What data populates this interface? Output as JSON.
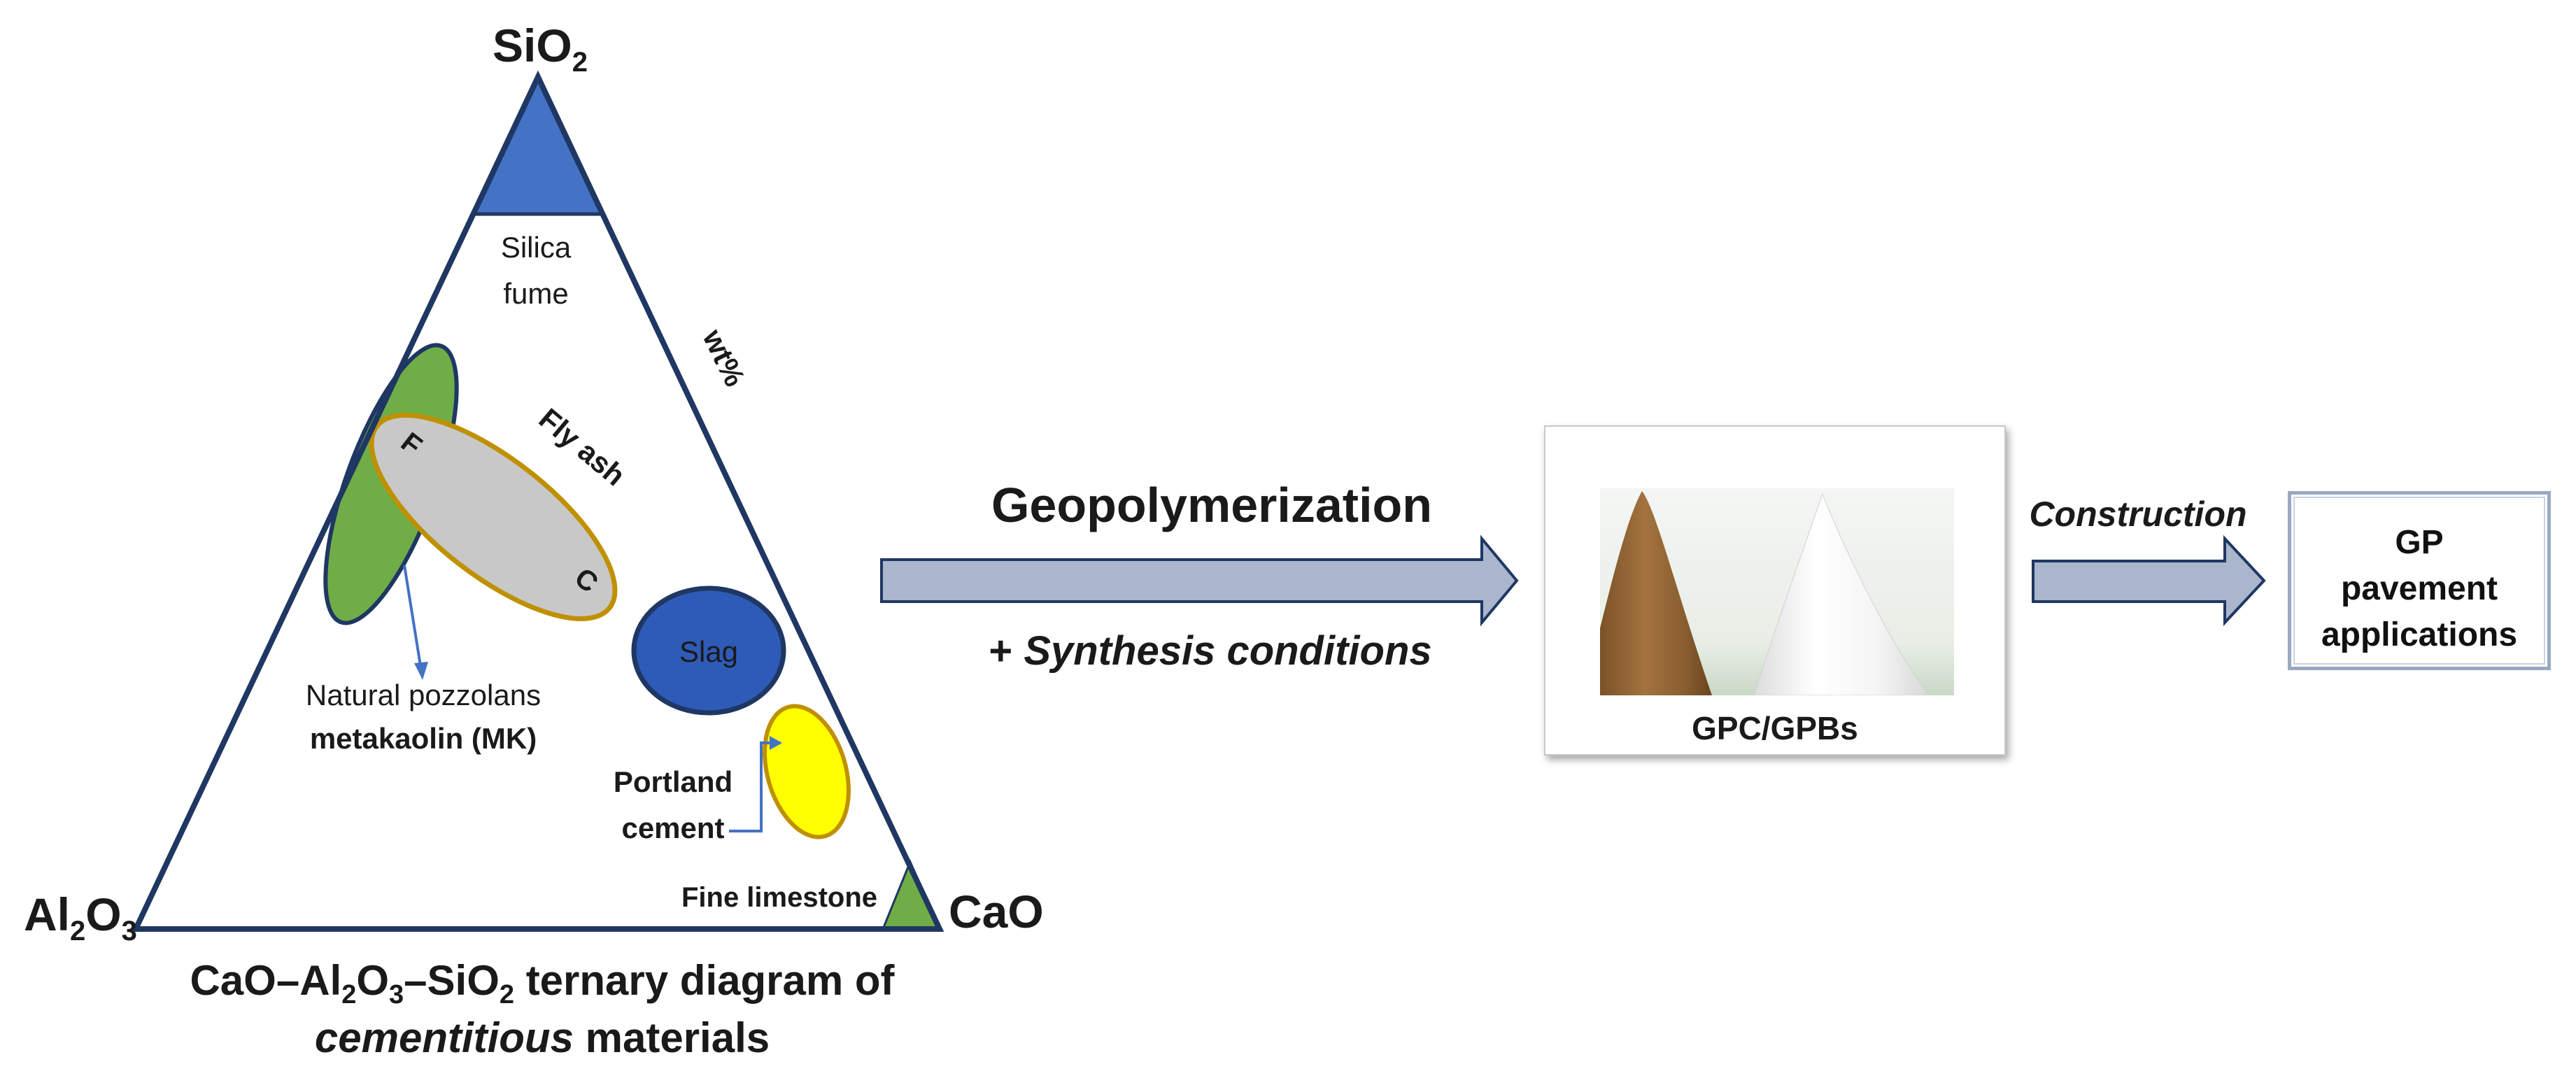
{
  "colors": {
    "outline": "#1f3763",
    "silica_blue": "#4472c4",
    "slag_blue": "#2e5bb8",
    "green": "#70ad47",
    "flyash_fill": "#c8c8c8",
    "flyash_border": "#bf9000",
    "portland_yellow": "#ffff00",
    "arrow_fill": "#aab6cc",
    "arrow_stroke": "#1f3763"
  },
  "ternary": {
    "vertices": {
      "top": "SiO",
      "top_sub": "2",
      "left_main": "Al",
      "left_sub1": "2",
      "left_mid": "O",
      "left_sub2": "3",
      "right": "CaO"
    },
    "axis_unit": "wt%",
    "regions": {
      "silica_fume_line1": "Silica",
      "silica_fume_line2": "fume",
      "fly_ash": "Fly ash",
      "fly_ash_f": "F",
      "fly_ash_c": "C",
      "slag": "Slag",
      "natural_pozzolans": "Natural pozzolans",
      "metakaolin": "metakaolin (MK)",
      "portland_line1": "Portland",
      "portland_line2": "cement",
      "fine_limestone": "Fine limestone"
    },
    "caption": {
      "p1": "CaO–Al",
      "s1": "2",
      "p2": "O",
      "s2": "3",
      "p3": "–SiO",
      "s3": "2",
      "p4": " ternary diagram of",
      "line2_italic": "cementitious",
      "line2_rest": " materials"
    }
  },
  "process": {
    "step1_title": "Geopolymerization",
    "step1_sub_prefix": "+ ",
    "step1_sub_italic": "Synthesis conditions",
    "product_label": "GPC/GPBs",
    "step2_label": "Construction",
    "result_line1": "GP",
    "result_line2": "pavement",
    "result_line3": "applications"
  }
}
